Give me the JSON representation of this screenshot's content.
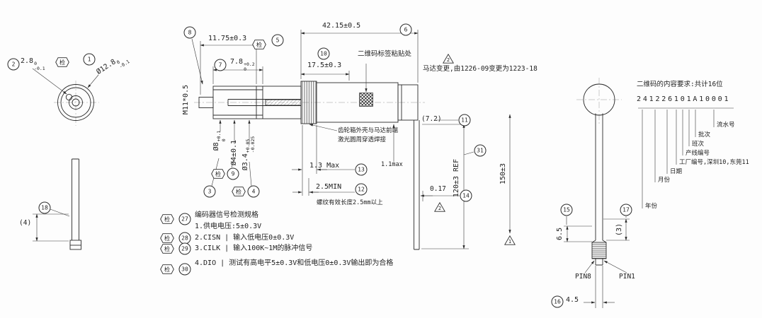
{
  "balloons": {
    "b1": "1",
    "b2": "2",
    "b3": "3",
    "b4": "4",
    "b5": "5",
    "b6": "6",
    "b7": "7",
    "b8": "8",
    "b9": "9",
    "b10": "10",
    "b11": "11",
    "b12": "12",
    "b13": "13",
    "b14": "14",
    "b15": "15",
    "b16": "16",
    "b17": "17",
    "b18": "18",
    "b27": "27",
    "b28": "28",
    "b29": "29",
    "b30": "30",
    "b31": "31"
  },
  "inspect_mark": "检",
  "triangles": {
    "change": "2",
    "step": "2",
    "length": "1"
  },
  "left_view": {
    "dim_2_8": {
      "value": "2.8",
      "tol_up": "0",
      "tol_lo": "-0.1"
    },
    "dim_dia_12_8": {
      "value": "Ø12.8",
      "tol_up": "0",
      "tol_lo": "-0.1"
    },
    "dim_4_ref": "(4)"
  },
  "main_view": {
    "dim_11_75": "11.75±0.3",
    "dim_42_15": "42.15±0.5",
    "dim_7_8": {
      "value": "7.8",
      "tol_up": "+0.2",
      "tol_lo": "0"
    },
    "dim_17_5": "17.5±0.3",
    "thread_callout": "M11*0.5",
    "qr_label_note": "二维码标签粘贴处",
    "motor_change_note": "马达变更,由1226-09变更为1223-18",
    "dim_dia_8": {
      "value": "Ø8",
      "tol_up": "+0.1",
      "tol_lo": "0"
    },
    "dim_dia_4": "Ø4±0.1",
    "dim_dia_3_4": {
      "value": "Ø3.4",
      "tol_up": "+0.05",
      "tol_lo": "-0.025"
    },
    "weld_note_line1": "齿轮箱外壳与马达前端",
    "weld_note_line2": "激光圆周穿透焊接",
    "dim_1_3_max": "1.3 Max",
    "dim_1_1_max": "1.1max",
    "dim_2_5_min": "2.5MIN",
    "thread_length_note": "螺纹有效长度2.5mm以上",
    "dim_7_2_ref": "(7.2)",
    "dim_0_17": "0.17",
    "dim_120": "120±3 REF",
    "dim_150": "150±3"
  },
  "spec": {
    "title": "编码器信号检测规格",
    "line1": "1.供电电压:5±0.3V",
    "line2": "2.CISN | 输入低电压0±0.3V",
    "line3": "3.CILK | 输入100K~1M的脉冲信号",
    "line4": "4.DIO | 测试有高电平5±0.3V和低电压0±0.3V输出即为合格"
  },
  "qr_spec": {
    "title": "二维码的内容要求:共计16位",
    "code": "241226101A10001",
    "legend": {
      "serial": "流水号",
      "batch": "批次",
      "shift": "班次",
      "line_no": "产线编号",
      "factory": "工厂编号,深圳10,东莞11",
      "day": "日期",
      "month": "月份",
      "year": "年份"
    }
  },
  "connector_view": {
    "dim_6_5": "6.5",
    "dim_3_ref": "(3)",
    "dim_4_5": "4.5",
    "pin8": "PIN8",
    "pin1": "PIN1"
  }
}
